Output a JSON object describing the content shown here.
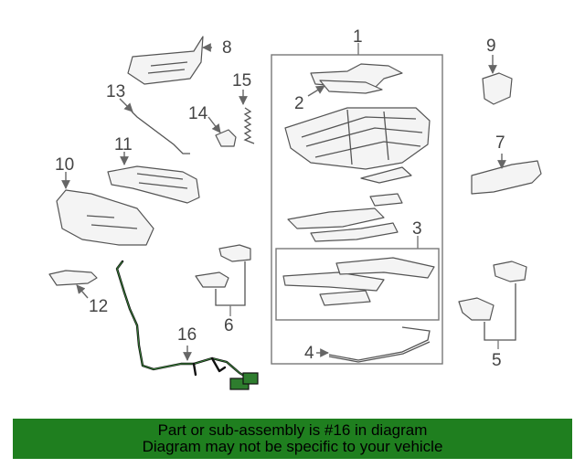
{
  "callouts": {
    "c1": "1",
    "c2": "2",
    "c3": "3",
    "c4": "4",
    "c5": "5",
    "c6": "6",
    "c7": "7",
    "c8": "8",
    "c9": "9",
    "c10": "10",
    "c11": "11",
    "c12": "12",
    "c13": "13",
    "c14": "14",
    "c15": "15",
    "c16": "16"
  },
  "highlighted_part": "16",
  "banner": {
    "line1": "Part or sub-assembly is #16 in diagram",
    "line2": "Diagram may not be specific to your vehicle"
  },
  "colors": {
    "banner_bg": "#1f7f1f",
    "highlight_wire": "#3a8a3a"
  }
}
